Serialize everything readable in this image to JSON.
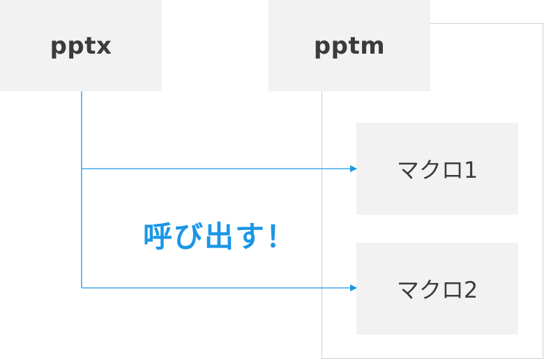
{
  "boxes": {
    "pptx": "pptx",
    "pptm": "pptm",
    "macro1": "マクロ1",
    "macro2": "マクロ2"
  },
  "call_label": "呼び出す！",
  "colors": {
    "arrow": "#1a96e6",
    "label": "#1a96e6",
    "box_fill": "#f2f2f2",
    "container_border": "#cfcfcf",
    "box_text": "#3b3b3b"
  }
}
